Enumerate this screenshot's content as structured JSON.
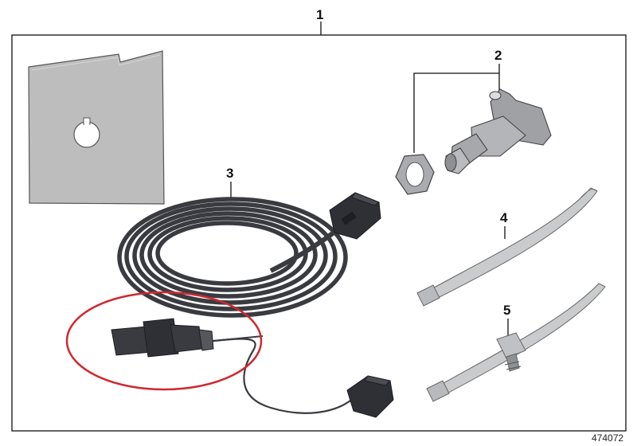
{
  "callouts": {
    "kit": "1",
    "socket": "2",
    "cable": "3",
    "tie": "4",
    "tie_clip": "5"
  },
  "document_number": "474072",
  "colors": {
    "frame": "#111111",
    "gasket_fill": "#bdbdbd",
    "cable": "#3a3b40",
    "connector": "#2e3035",
    "metal": "#a9abae",
    "tie": "#c9cbcd",
    "highlight": "#d0282f"
  }
}
